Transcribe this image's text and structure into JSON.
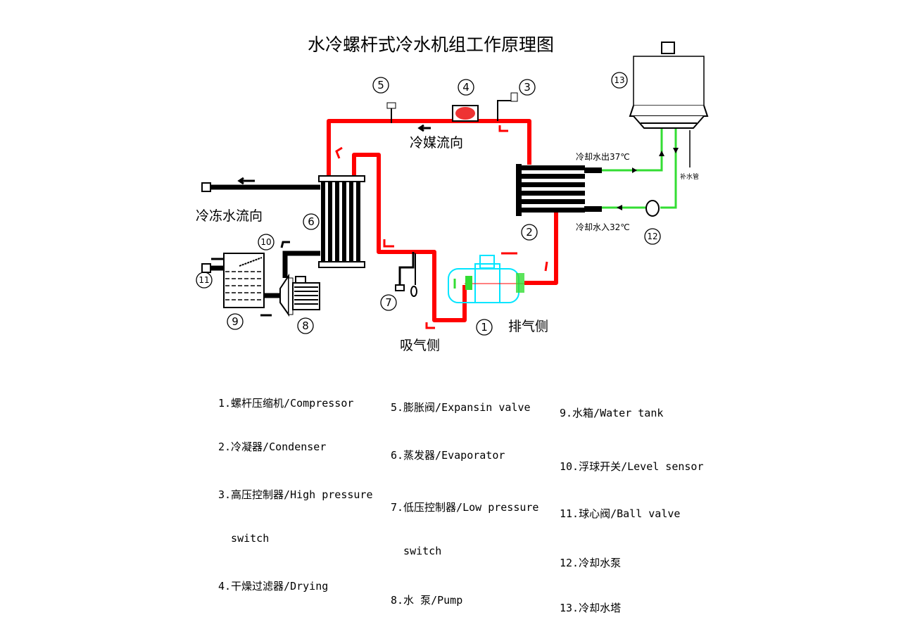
{
  "title": "水冷螺杆式冷水机组工作原理图",
  "labels": {
    "refrigerant_flow": "冷媒流向",
    "chilled_water_flow": "冷冻水流向",
    "suction_side": "吸气侧",
    "discharge_side": "排气侧",
    "cooling_out": "冷却水出37℃",
    "cooling_in": "冷却水入32℃",
    "makeup_pipe": "补水管"
  },
  "callouts": [
    "1",
    "2",
    "3",
    "4",
    "5",
    "6",
    "7",
    "8",
    "9",
    "10",
    "11",
    "12",
    "13"
  ],
  "colors": {
    "refrigerant": "#ff0000",
    "cooling_water": "#33dd33",
    "compressor": "#00e5ff",
    "pipe": "#000000"
  },
  "legend": {
    "col1": [
      "1.螺杆压缩机/Compressor",
      "2.冷凝器/Condenser",
      "3.高压控制器/High pressure",
      "  switch",
      "4.干燥过滤器/Drying"
    ],
    "col2": [
      "5.膨胀阀/Expansin valve",
      "6.蒸发器/Evaporator",
      "7.低压控制器/Low pressure",
      "  switch",
      "8.水 泵/Pump"
    ],
    "col3": [
      "9.水箱/Water tank",
      "10.浮球开关/Level sensor",
      "11.球心阀/Ball valve",
      "12.冷却水泵",
      "13.冷却水塔"
    ]
  }
}
